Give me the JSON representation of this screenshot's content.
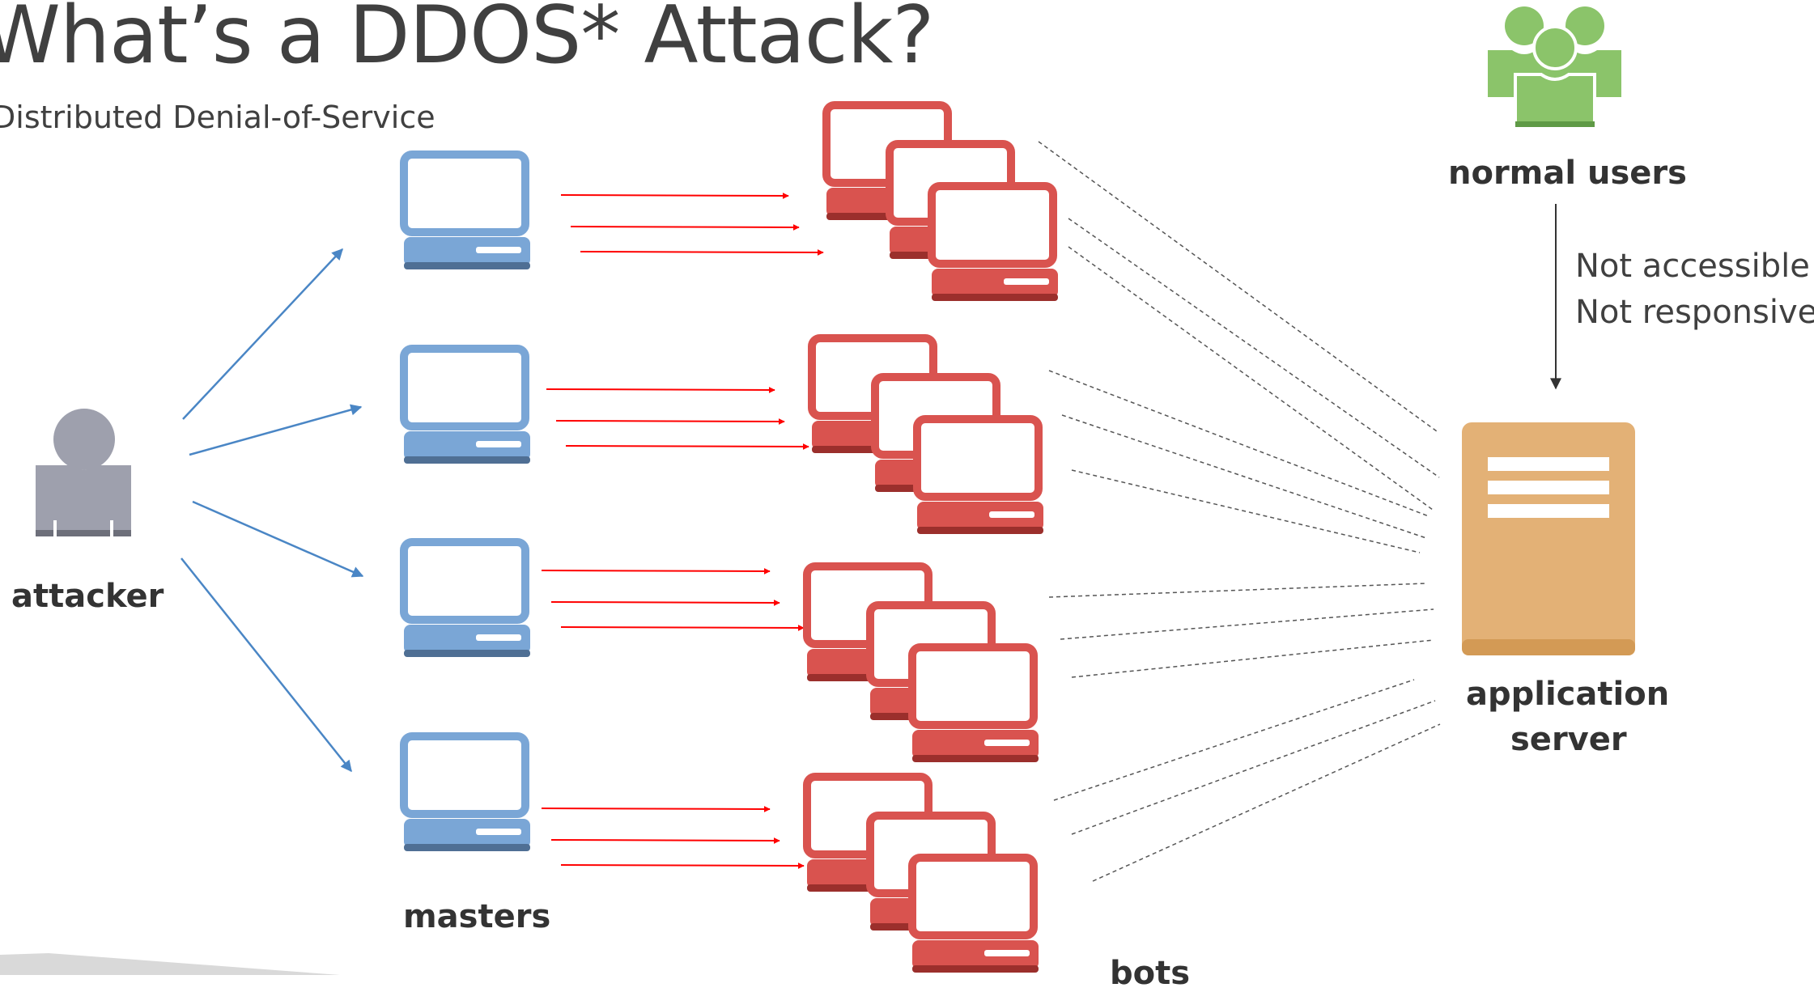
{
  "slide": {
    "title": "What’s a DDOS* Attack?",
    "subtitle": "Distributed Denial-of-Service"
  },
  "labels": {
    "attacker": "attacker",
    "masters": "masters",
    "bots": "bots",
    "normal_users": "normal users",
    "server_line1": "application",
    "server_line2": "server"
  },
  "annotation": {
    "line1": "Not accessible",
    "line2": "Not responsive"
  },
  "icons": {
    "attacker": "user-icon",
    "master": "desktop-computer-icon",
    "bot": "desktop-computer-icon",
    "users": "user-group-icon",
    "server": "server-icon"
  },
  "colors": {
    "master": "#7aa6d6",
    "bot": "#d9534f",
    "attacker": "#9ea0ad",
    "users": "#8bc46a",
    "server": "#e3b176",
    "attack_arrow": "#ff0000",
    "command_arrow": "#4a86c5",
    "traffic_line": "#555555"
  }
}
